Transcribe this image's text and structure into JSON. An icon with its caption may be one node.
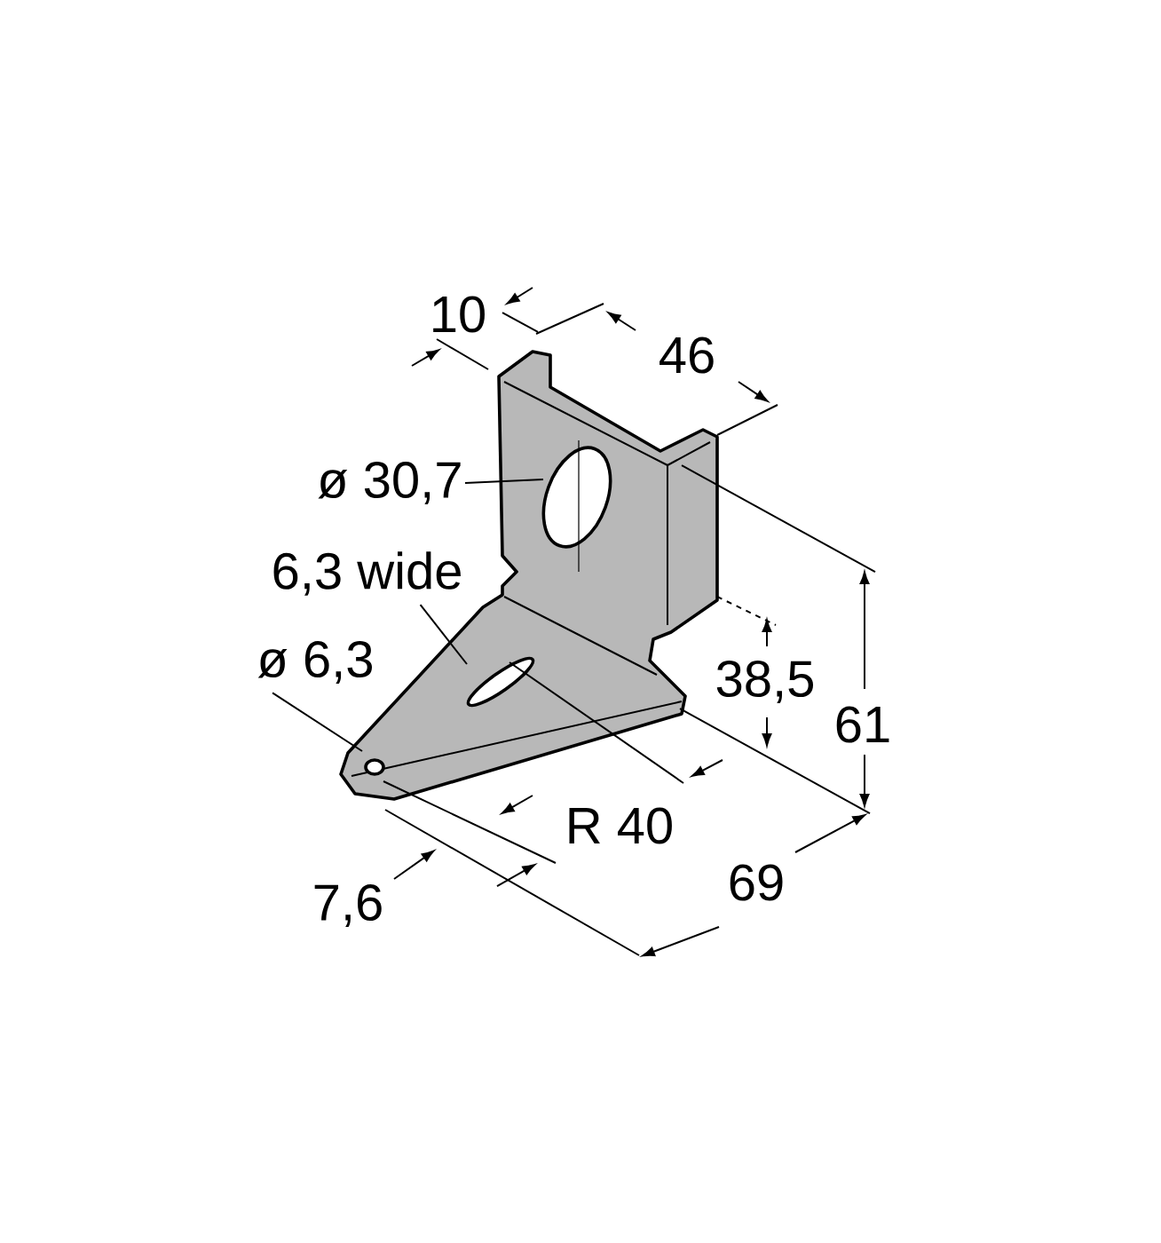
{
  "diagram": {
    "nodes": [
      {
        "text": [
          "ø 30,7"
        ]
      },
      {
        "text": [
          "6,3 wide"
        ]
      },
      {
        "text": [
          "ø 6,3"
        ]
      }
    ],
    "edges": [
      {
        "from": 0,
        "to": null,
        "arrow": "none"
      },
      {
        "from": 1,
        "to": null,
        "arrow": "none"
      },
      {
        "from": 2,
        "to": null,
        "arrow": "none"
      }
    ],
    "labels": [
      "10",
      "46",
      "38,5",
      "61",
      "R 40",
      "7,6",
      "69"
    ]
  }
}
